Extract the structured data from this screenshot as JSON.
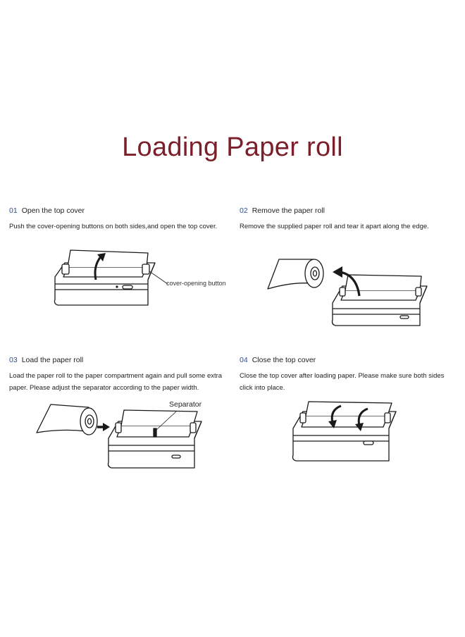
{
  "title": "Loading Paper roll",
  "steps": [
    {
      "number": "01",
      "heading": "Open the top cover",
      "description": "Push the cover-opening buttons on both sides,and open the top cover.",
      "callout": "cover-opening button"
    },
    {
      "number": "02",
      "heading": "Remove the paper roll",
      "description": "Remove the supplied paper roll and tear it apart along the edge."
    },
    {
      "number": "03",
      "heading": "Load the paper roll",
      "description": "Load the paper roll to the paper compartment again and pull some extra paper. Please adjust the separator according to the paper width.",
      "callout": "Separator"
    },
    {
      "number": "04",
      "heading": "Close the top cover",
      "description": "Close the top cover after loading paper. Please make sure both sides click into place."
    }
  ],
  "colors": {
    "title": "#7b1f2a",
    "step_number": "#2d4e8c",
    "line": "#1a1a1a"
  }
}
